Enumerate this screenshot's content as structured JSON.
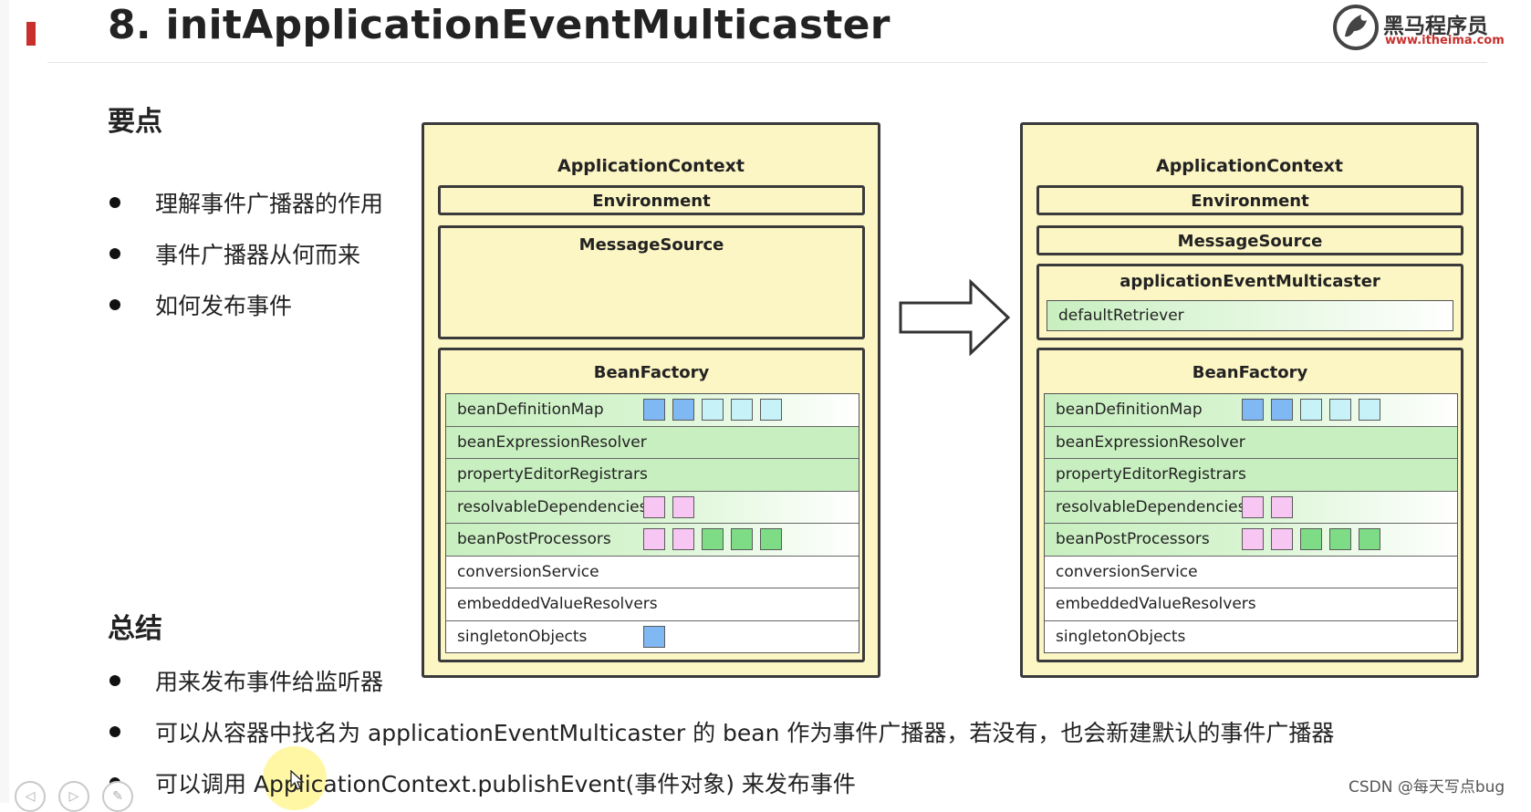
{
  "slide": {
    "title": "8. initApplicationEventMulticaster"
  },
  "logo": {
    "name": "黑马程序员",
    "url": "www.itheima.com"
  },
  "key_points": {
    "heading": "要点",
    "items": [
      "理解事件广播器的作用",
      "事件广播器从何而来",
      "如何发布事件"
    ]
  },
  "summary": {
    "heading": "总结",
    "items": [
      "用来发布事件给监听器",
      "可以从容器中找名为 applicationEventMulticaster 的 bean 作为事件广播器，若没有，也会新建默认的事件广播器",
      "可以调用 ApplicationContext.publishEvent(事件对象) 来发布事件"
    ]
  },
  "diagram": {
    "before": {
      "title": "ApplicationContext",
      "environment": "Environment",
      "message_source": "MessageSource",
      "bean_factory": {
        "title": "BeanFactory",
        "rows": [
          {
            "name": "beanDefinitionMap",
            "style": "grad",
            "squares": [
              "blue",
              "blue",
              "cyan",
              "cyan",
              "cyan"
            ]
          },
          {
            "name": "beanExpressionResolver",
            "style": "full",
            "squares": []
          },
          {
            "name": "propertyEditorRegistrars",
            "style": "full",
            "squares": []
          },
          {
            "name": "resolvableDependencies",
            "style": "grad",
            "squares": [
              "pink",
              "pink"
            ]
          },
          {
            "name": "beanPostProcessors",
            "style": "grad",
            "squares": [
              "pink",
              "pink",
              "green",
              "green",
              "green"
            ]
          },
          {
            "name": "conversionService",
            "style": "plain",
            "squares": []
          },
          {
            "name": "embeddedValueResolvers",
            "style": "plain",
            "squares": []
          },
          {
            "name": "singletonObjects",
            "style": "plain",
            "squares": [
              "blue"
            ]
          }
        ]
      }
    },
    "after": {
      "title": "ApplicationContext",
      "environment": "Environment",
      "message_source": "MessageSource",
      "multicaster": "applicationEventMulticaster",
      "default_retriever": "defaultRetriever",
      "bean_factory": {
        "title": "BeanFactory",
        "rows": [
          {
            "name": "beanDefinitionMap",
            "style": "grad",
            "squares": [
              "blue",
              "blue",
              "cyan",
              "cyan",
              "cyan"
            ]
          },
          {
            "name": "beanExpressionResolver",
            "style": "full",
            "squares": []
          },
          {
            "name": "propertyEditorRegistrars",
            "style": "full",
            "squares": []
          },
          {
            "name": "resolvableDependencies",
            "style": "grad",
            "squares": [
              "pink",
              "pink"
            ]
          },
          {
            "name": "beanPostProcessors",
            "style": "grad",
            "squares": [
              "pink",
              "pink",
              "green",
              "green",
              "green"
            ]
          },
          {
            "name": "conversionService",
            "style": "plain",
            "squares": []
          },
          {
            "name": "embeddedValueResolvers",
            "style": "plain",
            "squares": []
          },
          {
            "name": "singletonObjects",
            "style": "plain",
            "squares": []
          }
        ]
      }
    }
  },
  "colors": {
    "box_fill": "#fcf5c4",
    "row_green": "#c8efc0",
    "blue": "#80b8f4",
    "cyan": "#c6f2f8",
    "pink": "#f8c6f2",
    "green": "#7ddc85",
    "accent": "#c9302c"
  },
  "watermark": "CSDN @每天写点bug",
  "player_controls": [
    "prev-icon",
    "play-icon",
    "pen-icon"
  ]
}
